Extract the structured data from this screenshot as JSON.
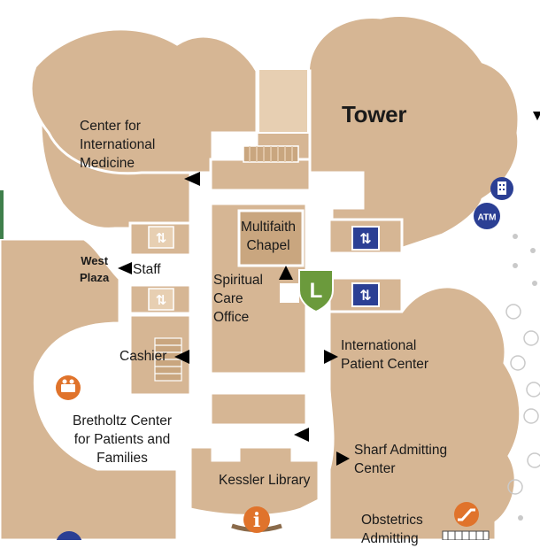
{
  "map": {
    "title": "Tower",
    "colors": {
      "building": "#d6b694",
      "building_light": "#e7cfb2",
      "stair": "#c9a67f",
      "outline": "#ffffff",
      "corridor": "#ffffff",
      "elevator": "#2b3f94",
      "atm": "#2b3f94",
      "lobby_shield": "#6b9a3c",
      "info": "#e0732b",
      "arrow": "#000000",
      "text": "#1a1a1a",
      "table_icon": "#c9c9c9",
      "edge_green": "#3f7f4b"
    },
    "labels": {
      "intl_medicine": "Center for\nInternational\nMedicine",
      "west_plaza": "West\nPlaza",
      "staff": "Staff",
      "multifaith": "Multifaith\nChapel",
      "spiritual": "Spiritual\nCare\nOffice",
      "cashier": "Cashier",
      "intl_patient": "International\nPatient Center",
      "bretholtz": "Bretholtz Center\nfor Patients and\nFamilies",
      "kessler": "Kessler Library",
      "sharf": "Sharf Admitting\nCenter",
      "obstetrics": "Obstetrics\nAdmitting",
      "atm": "ATM",
      "lobby_letter": "L",
      "info_letter": "i"
    },
    "icons": [
      "elevator-icon",
      "atm-icon",
      "lobby-shield-icon",
      "info-icon",
      "escalator-icon",
      "family-services-icon",
      "phone-building-icon",
      "direction-arrow-icon",
      "table-icon"
    ]
  }
}
